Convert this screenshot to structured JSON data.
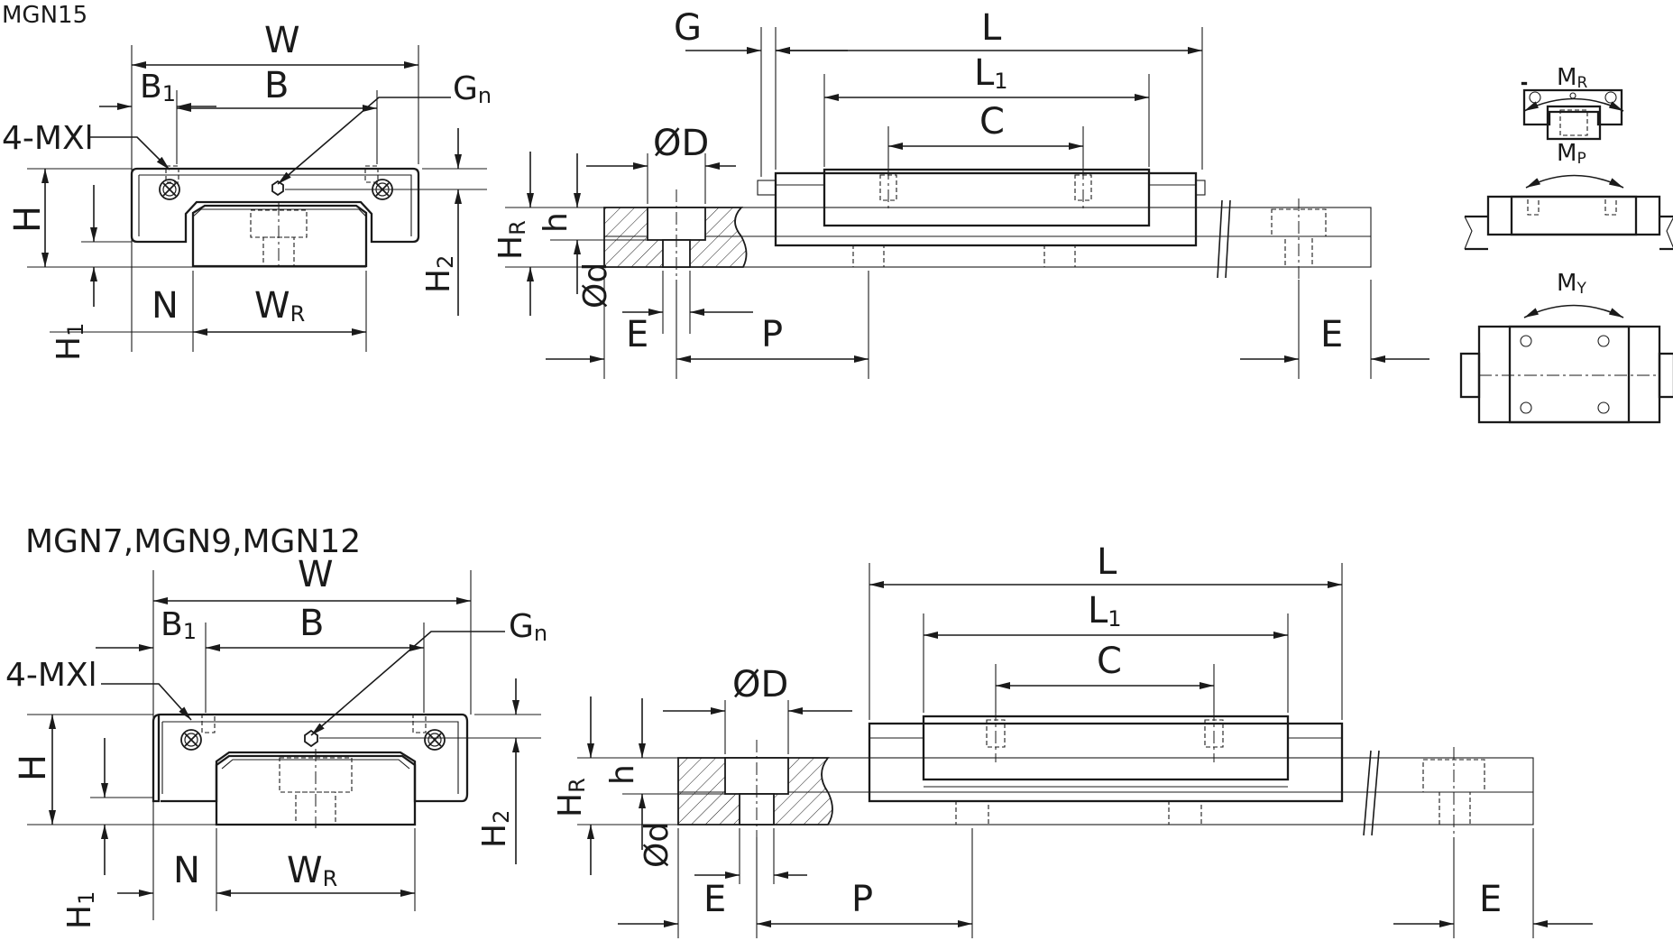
{
  "top_section": {
    "title": "MGN15",
    "cross_section": {
      "W": "W",
      "B": "B",
      "B1": "B",
      "B1_sub": "1",
      "Gn": "G",
      "Gn_sub": "n",
      "mount": "4-MXl",
      "H": "H",
      "H1": "H",
      "H1_sub": "1",
      "H2": "H",
      "H2_sub": "2",
      "N": "N",
      "WR": "W",
      "WR_sub": "R"
    },
    "side_view": {
      "G": "G",
      "L": "L",
      "L1": "L",
      "L1_sub": "1",
      "C": "C",
      "D": "ØD",
      "HR": "H",
      "HR_sub": "R",
      "h": "h",
      "d": "Ød",
      "E_left": "E",
      "P": "P",
      "E_right": "E"
    },
    "moments": {
      "MR": "M",
      "MR_sub": "R",
      "MP": "M",
      "MP_sub": "P",
      "MY": "M",
      "MY_sub": "Y"
    }
  },
  "bottom_section": {
    "title": "MGN7,MGN9,MGN12",
    "cross_section": {
      "W": "W",
      "B": "B",
      "B1": "B",
      "B1_sub": "1",
      "Gn": "G",
      "Gn_sub": "n",
      "mount": "4-MXl",
      "H": "H",
      "H1": "H",
      "H1_sub": "1",
      "H2": "H",
      "H2_sub": "2",
      "N": "N",
      "WR": "W",
      "WR_sub": "R"
    },
    "side_view": {
      "L": "L",
      "L1": "L",
      "L1_sub": "1",
      "C": "C",
      "D": "ØD",
      "HR": "H",
      "HR_sub": "R",
      "h": "h",
      "d": "Ød",
      "E_left": "E",
      "P": "P",
      "E_right": "E"
    }
  }
}
